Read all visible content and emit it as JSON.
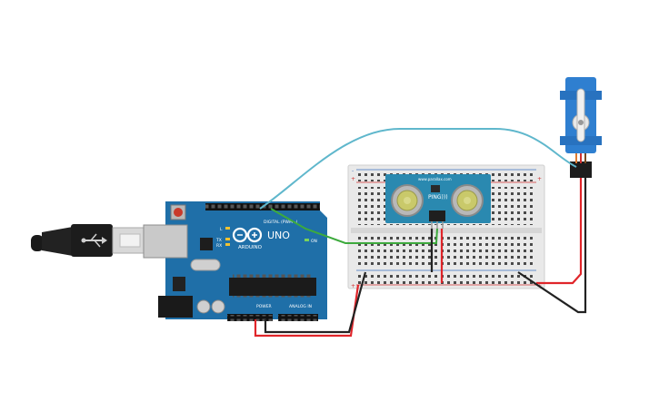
{
  "arduino": {
    "brand": "ARDUINO",
    "model": "UNO",
    "digital_header": "DIGITAL (PWM~)",
    "power_header": "POWER",
    "analog_header": "ANALOG IN",
    "led_l": "L",
    "led_tx": "TX",
    "led_rx": "RX",
    "led_on": "ON",
    "board_color": "#1f6fa8"
  },
  "sensor": {
    "label": "PING)))",
    "site": "www.parallax.com",
    "board_color": "#2a89b0"
  },
  "breadboard": {
    "rail_plus": "+",
    "rail_minus": "-"
  },
  "servo": {
    "body_color": "#2f7fd0"
  },
  "wires": {
    "signal_servo": "#5fb7cc",
    "signal_sensor": "#3daa3d",
    "power": "#e0252a",
    "ground": "#222222"
  }
}
